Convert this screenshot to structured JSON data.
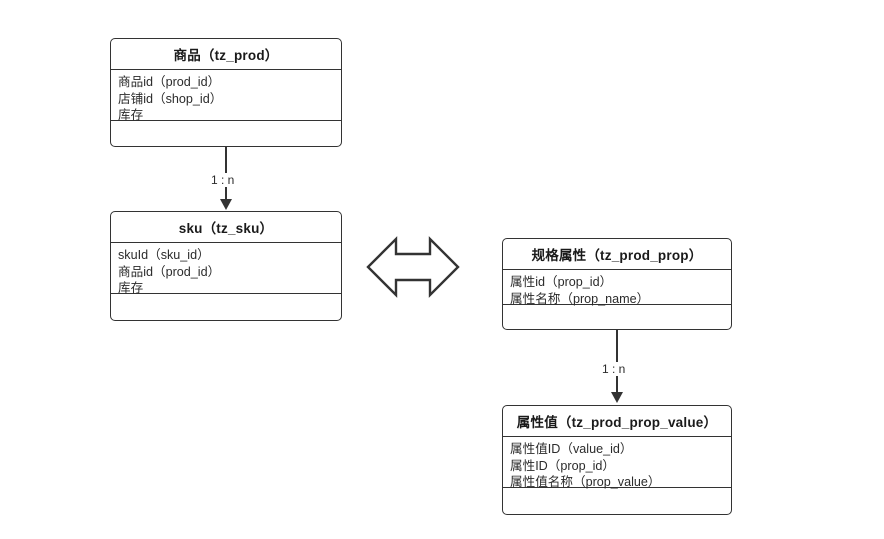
{
  "diagram": {
    "type": "er-uml-class-diagram",
    "background_color": "#ffffff",
    "stroke_color": "#333333",
    "text_color": "#1a1a1a"
  },
  "entities": [
    {
      "id": "tz_prod",
      "title": "商品（tz_prod）",
      "title_cn": "商品",
      "title_table": "tz_prod",
      "attributes": [
        "商品id（prod_id）",
        "店铺id（shop_id）",
        "库存"
      ]
    },
    {
      "id": "tz_sku",
      "title": "sku（tz_sku）",
      "title_cn": "sku",
      "title_table": "tz_sku",
      "attributes": [
        "skuId（sku_id）",
        "商品id（prod_id）",
        "库存"
      ]
    },
    {
      "id": "tz_prod_prop",
      "title": "规格属性（tz_prod_prop）",
      "title_cn": "规格属性",
      "title_table": "tz_prod_prop",
      "attributes": [
        "属性id（prop_id）",
        "属性名称（prop_name）"
      ]
    },
    {
      "id": "tz_prod_prop_value",
      "title": "属性值（tz_prod_prop_value）",
      "title_cn": "属性值",
      "title_table": "tz_prod_prop_value",
      "attributes": [
        "属性值ID（value_id）",
        "属性ID（prop_id）",
        "属性值名称（prop_value）"
      ]
    }
  ],
  "relations": [
    {
      "id": "prod-to-sku",
      "from": "tz_prod",
      "to": "tz_sku",
      "label": "1 : n",
      "arrow": "down-filled-triangle"
    },
    {
      "id": "prop-to-prop-value",
      "from": "tz_prod_prop",
      "to": "tz_prod_prop_value",
      "label": "1 : n",
      "arrow": "down-filled-triangle"
    },
    {
      "id": "sku-to-prop",
      "from": "tz_sku",
      "to": "tz_prod_prop",
      "label": "",
      "arrow": "double-headed-horizontal-outline"
    }
  ]
}
